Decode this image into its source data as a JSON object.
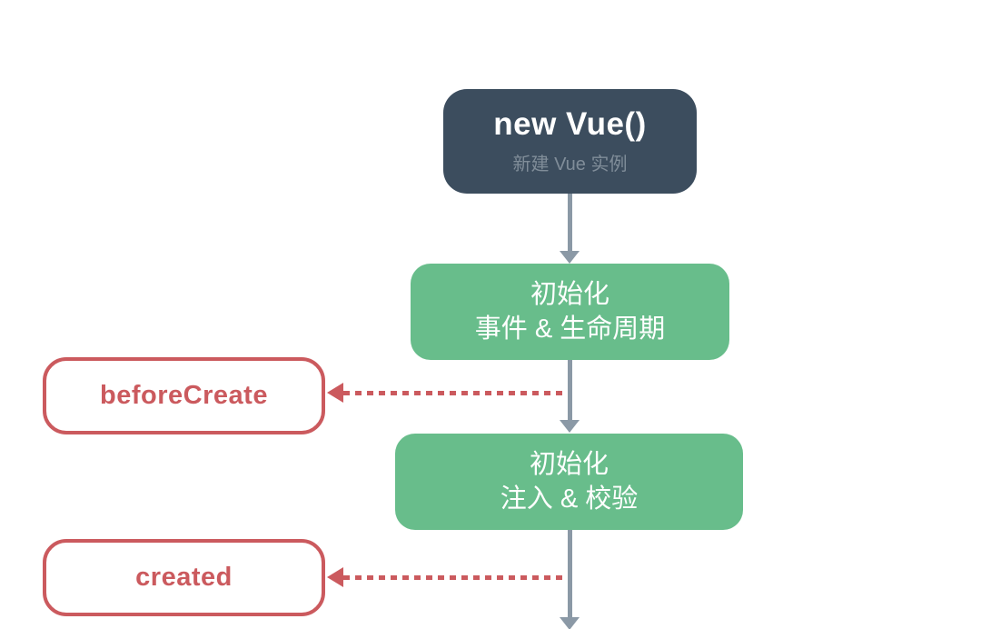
{
  "diagram": {
    "title": "Vue lifecycle flowchart (creation phase)",
    "colors": {
      "canvas_bg": "#ffffff",
      "dark_box_bg": "#3c4d5e",
      "dark_box_title": "#ffffff",
      "dark_box_subtitle": "#808d99",
      "green_box_bg": "#68bd8b",
      "green_box_text": "#ffffff",
      "hook_border": "#cb5a5e",
      "hook_text": "#cb5a5e",
      "arrow": "#8b99a6",
      "dotted": "#cb5a5e"
    },
    "nodes": {
      "new_vue": {
        "title": "new Vue()",
        "subtitle": "新建 Vue 实例"
      },
      "init_events": {
        "line1": "初始化",
        "line2": "事件 & 生命周期"
      },
      "init_injections": {
        "line1": "初始化",
        "line2": "注入 & 校验"
      },
      "before_create": {
        "label": "beforeCreate"
      },
      "created": {
        "label": "created"
      }
    }
  }
}
